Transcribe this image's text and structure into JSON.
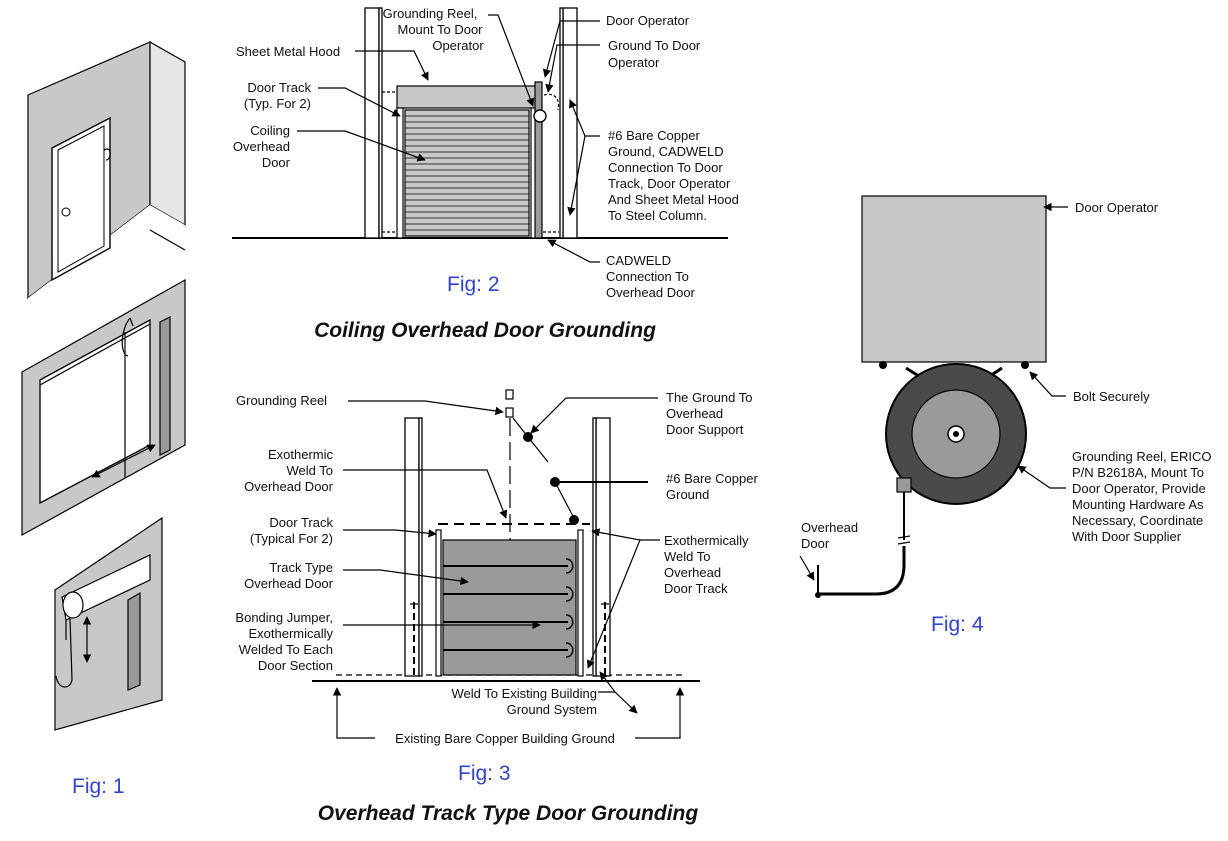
{
  "fig1": {
    "caption": "Fig: 1"
  },
  "fig2": {
    "caption": "Fig: 2",
    "title": "Coiling Overhead Door Grounding",
    "labels": {
      "sheet_metal_hood": "Sheet Metal Hood",
      "grounding_reel_1": "Grounding Reel,",
      "grounding_reel_2": "Mount To Door",
      "grounding_reel_3": "Operator",
      "door_operator": "Door Operator",
      "ground_to_door_1": "Ground To Door",
      "ground_to_door_2": "Operator",
      "door_track_1": "Door Track",
      "door_track_2": "(Typ. For 2)",
      "coiling_1": "Coiling",
      "coiling_2": "Overhead",
      "coiling_3": "Door",
      "bare_copper_1": "#6 Bare Copper",
      "bare_copper_2": "Ground, CADWELD",
      "bare_copper_3": "Connection To Door",
      "bare_copper_4": "Track, Door Operator",
      "bare_copper_5": "And Sheet Metal Hood",
      "bare_copper_6": "To Steel Column.",
      "cadweld_1": "CADWELD",
      "cadweld_2": "Connection To",
      "cadweld_3": "Overhead Door"
    }
  },
  "fig3": {
    "caption": "Fig: 3",
    "title": "Overhead Track Type Door Grounding",
    "labels": {
      "grounding_reel": "Grounding Reel",
      "ground_support_1": "The Ground To",
      "ground_support_2": "Overhead",
      "ground_support_3": "Door Support",
      "exo_weld_1": "Exothermic",
      "exo_weld_2": "Weld To",
      "exo_weld_3": "Overhead Door",
      "bare_copper_1": "#6 Bare Copper",
      "bare_copper_2": "Ground",
      "door_track_1": "Door Track",
      "door_track_2": "(Typical For 2)",
      "exo_track_1": "Exothermically",
      "exo_track_2": "Weld To",
      "exo_track_3": "Overhead",
      "exo_track_4": "Door Track",
      "track_type_1": "Track Type",
      "track_type_2": "Overhead Door",
      "bonding_1": "Bonding Jumper,",
      "bonding_2": "Exothermically",
      "bonding_3": "Welded To Each",
      "bonding_4": "Door Section",
      "weld_existing_1": "Weld To Existing Building",
      "weld_existing_2": "Ground System",
      "existing_ground": "Existing Bare Copper Building Ground"
    }
  },
  "fig4": {
    "caption": "Fig: 4",
    "labels": {
      "door_operator": "Door Operator",
      "bolt": "Bolt Securely",
      "reel_1": "Grounding Reel, ERICO",
      "reel_2": "P/N B2618A, Mount To",
      "reel_3": "Door Operator, Provide",
      "reel_4": "Mounting Hardware As",
      "reel_5": "Necessary, Coordinate",
      "reel_6": "With Door Supplier",
      "overhead_1": "Overhead",
      "overhead_2": "Door"
    }
  },
  "colors": {
    "caption": "#3344cc",
    "fill": "#c8c8c8",
    "dark_fill": "#9a9a9a"
  }
}
